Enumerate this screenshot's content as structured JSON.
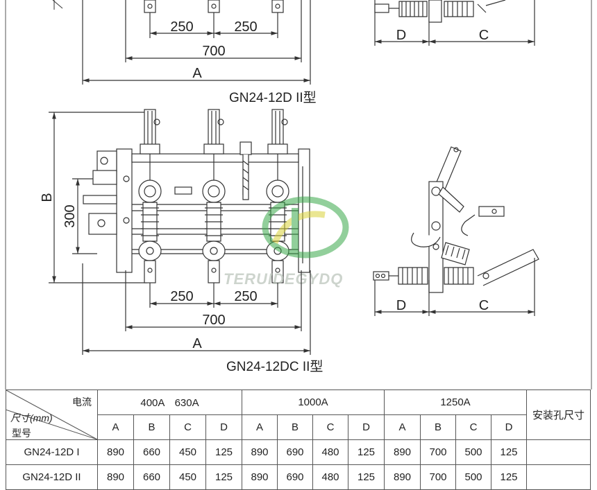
{
  "top_view": {
    "dims": {
      "spacing_1": "250",
      "spacing_2": "250",
      "inner": "700",
      "overall": "A"
    },
    "side_dims": {
      "d": "D",
      "c": "C"
    },
    "caption": "GN24-12D  II型"
  },
  "bottom_view": {
    "dims": {
      "height_b": "B",
      "height_300": "300",
      "spacing_1": "250",
      "spacing_2": "250",
      "inner": "700",
      "overall": "A"
    },
    "side_dims": {
      "d": "D",
      "c": "C"
    },
    "caption": "GN24-12DC  II型",
    "watermark": "TERUIDEGYDQ"
  },
  "colors": {
    "line": "#333333",
    "watermark_green": "#3aa84a",
    "watermark_yellow": "#d9d23a"
  },
  "table": {
    "header_current": "电流",
    "header_dim": "尺寸(mm)",
    "header_model": "型号",
    "groups": [
      "400A　630A",
      "1000A",
      "1250A"
    ],
    "mount_header": "安装孔尺寸",
    "sub_headers": [
      "A",
      "B",
      "C",
      "D",
      "A",
      "B",
      "C",
      "D",
      "A",
      "B",
      "C",
      "D"
    ],
    "rows": [
      {
        "model": "GN24-12D I",
        "values": [
          "890",
          "660",
          "450",
          "125",
          "890",
          "690",
          "480",
          "125",
          "890",
          "700",
          "500",
          "125"
        ]
      },
      {
        "model": "GN24-12D II",
        "values": [
          "890",
          "660",
          "450",
          "125",
          "890",
          "690",
          "480",
          "125",
          "890",
          "700",
          "500",
          "125"
        ]
      }
    ]
  }
}
